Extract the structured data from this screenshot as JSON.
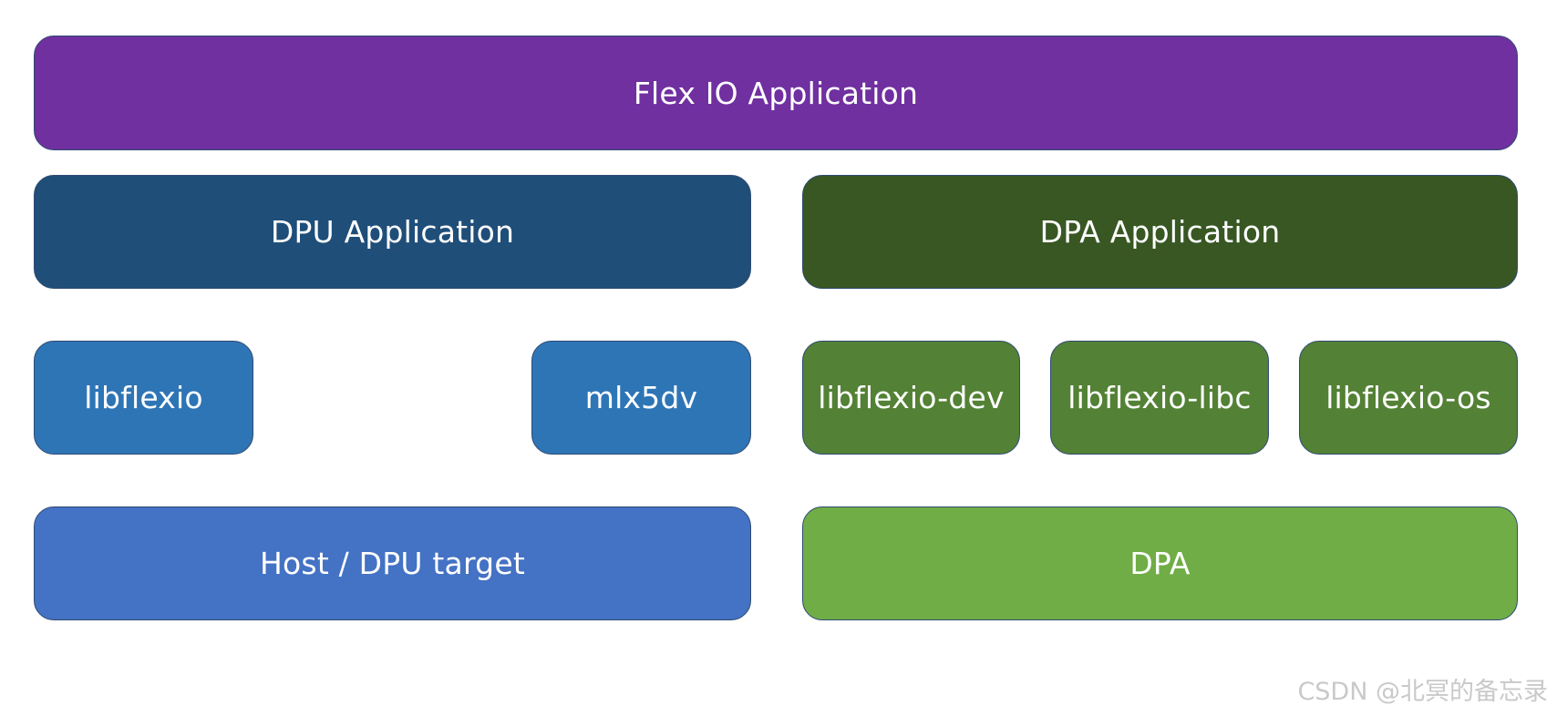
{
  "layers": {
    "flexio_app": {
      "label": "Flex IO Application",
      "color": "#7030a0"
    },
    "dpu_app": {
      "label": "DPU Application",
      "color": "#1f4e79"
    },
    "dpa_app": {
      "label": "DPA Application",
      "color": "#385723"
    },
    "libraries": [
      {
        "label": "libflexio",
        "color": "#2e75b6"
      },
      {
        "label": "mlx5dv",
        "color": "#2e75b6"
      },
      {
        "label": "libflexio-dev",
        "color": "#538135"
      },
      {
        "label": "libflexio-libc",
        "color": "#538135"
      },
      {
        "label": "libflexio-os",
        "color": "#538135"
      }
    ],
    "host_target": {
      "label": "Host / DPU target",
      "color": "#4472c4"
    },
    "dpa_target": {
      "label": "DPA",
      "color": "#70ad47"
    }
  },
  "watermark": "CSDN @北冥的备忘录"
}
